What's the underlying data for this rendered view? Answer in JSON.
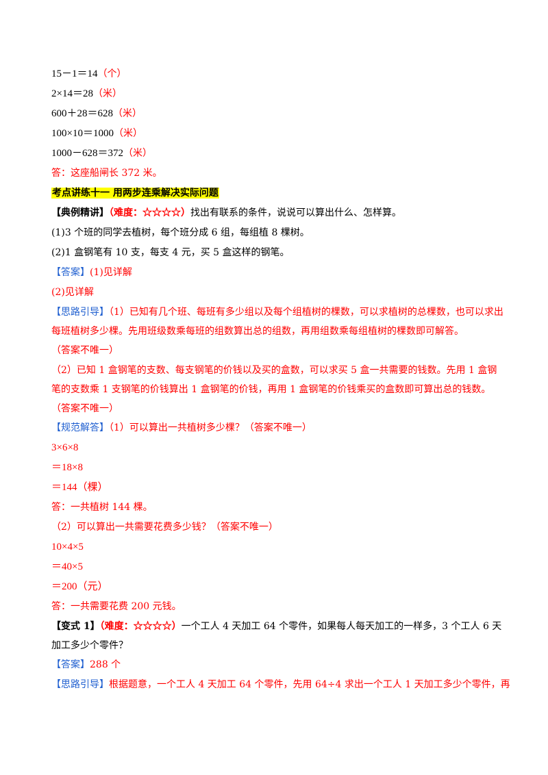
{
  "calc_lines": [
    {
      "expr": "15－1＝14",
      "unit": "（个）"
    },
    {
      "expr": "2×14＝28",
      "unit": "（米）"
    },
    {
      "expr": "600＋28＝628",
      "unit": "（米）"
    },
    {
      "expr": "100×10＝1000",
      "unit": "（米）"
    },
    {
      "expr": "1000－628＝372",
      "unit": "（米）"
    }
  ],
  "answer_prev": "答：这座船闸长 372 米。",
  "section_title": "考点讲练十一  用两步连乘解决实际问题",
  "example": {
    "tag": "【典例精讲】",
    "difficulty": "（难度：☆☆☆☆）",
    "prompt": "找出有联系的条件，说说可以算出什么、怎样算。",
    "q1": "(1)3 个班的同学去植树，每个班分成 6 组，每组植 8 棵树。",
    "q2": "(2)1 盒钢笔有 10 支，每支 4 元，买 5 盒这样的钢笔。",
    "answer_tag": "【答案】",
    "answer1": "(1)见详解",
    "answer2": "(2)见详解",
    "guide_tag": "【思路引导】",
    "guide1": "（1）已知有几个班、每班有多少组以及每个组植树的棵数，可以求植树的总棵数，也可以求出每班植树多少棵。先用班级数乘每班的组数算出总的组数，再用组数乘每组植树的棵数即可解答。",
    "guide1_note": "（答案不唯一）",
    "guide2": "（2）已知 1 盒钢笔的支数、每支钢笔的价钱以及买的盒数，可以求买 5 盒一共需要的钱数。先用 1 盒钢笔的支数乘 1 支钢笔的价钱算出 1 盒钢笔的价钱，再用 1 盒钢笔的价钱乘买的盒数即可算出总的钱数。（答案不唯一）",
    "solution_tag": "【规范解答】",
    "solution1_intro": "（1）可以算出一共植树多少棵？（答案不唯一）",
    "solution1_steps": [
      "3×6×8",
      "＝18×8",
      "＝144（棵）"
    ],
    "solution1_answer": "答：一共植树 144 棵。",
    "solution2_intro": "（2）可以算出一共需要花费多少钱？（答案不唯一）",
    "solution2_steps": [
      "10×4×5",
      "＝40×5",
      "＝200（元）"
    ],
    "solution2_answer": "答：一共需要花费 200 元钱。"
  },
  "variant": {
    "tag": "【变式 1】",
    "difficulty": "（难度：☆☆☆☆）",
    "question": "一个工人 4 天加工 64 个零件，如果每人每天加工的一样多，3 个工人 6 天加工多少个零件？",
    "answer_tag": "【答案】",
    "answer": "288 个",
    "guide_tag": "【思路引导】",
    "guide": "根据题意，一个工人 4 天加工 64 个零件，先用 64÷4 求出一个工人 1 天加工多少个零件，再"
  },
  "colors": {
    "answer_red": "#ff0000",
    "tag_blue": "#1f5fd0",
    "highlight": "#ffff00"
  }
}
